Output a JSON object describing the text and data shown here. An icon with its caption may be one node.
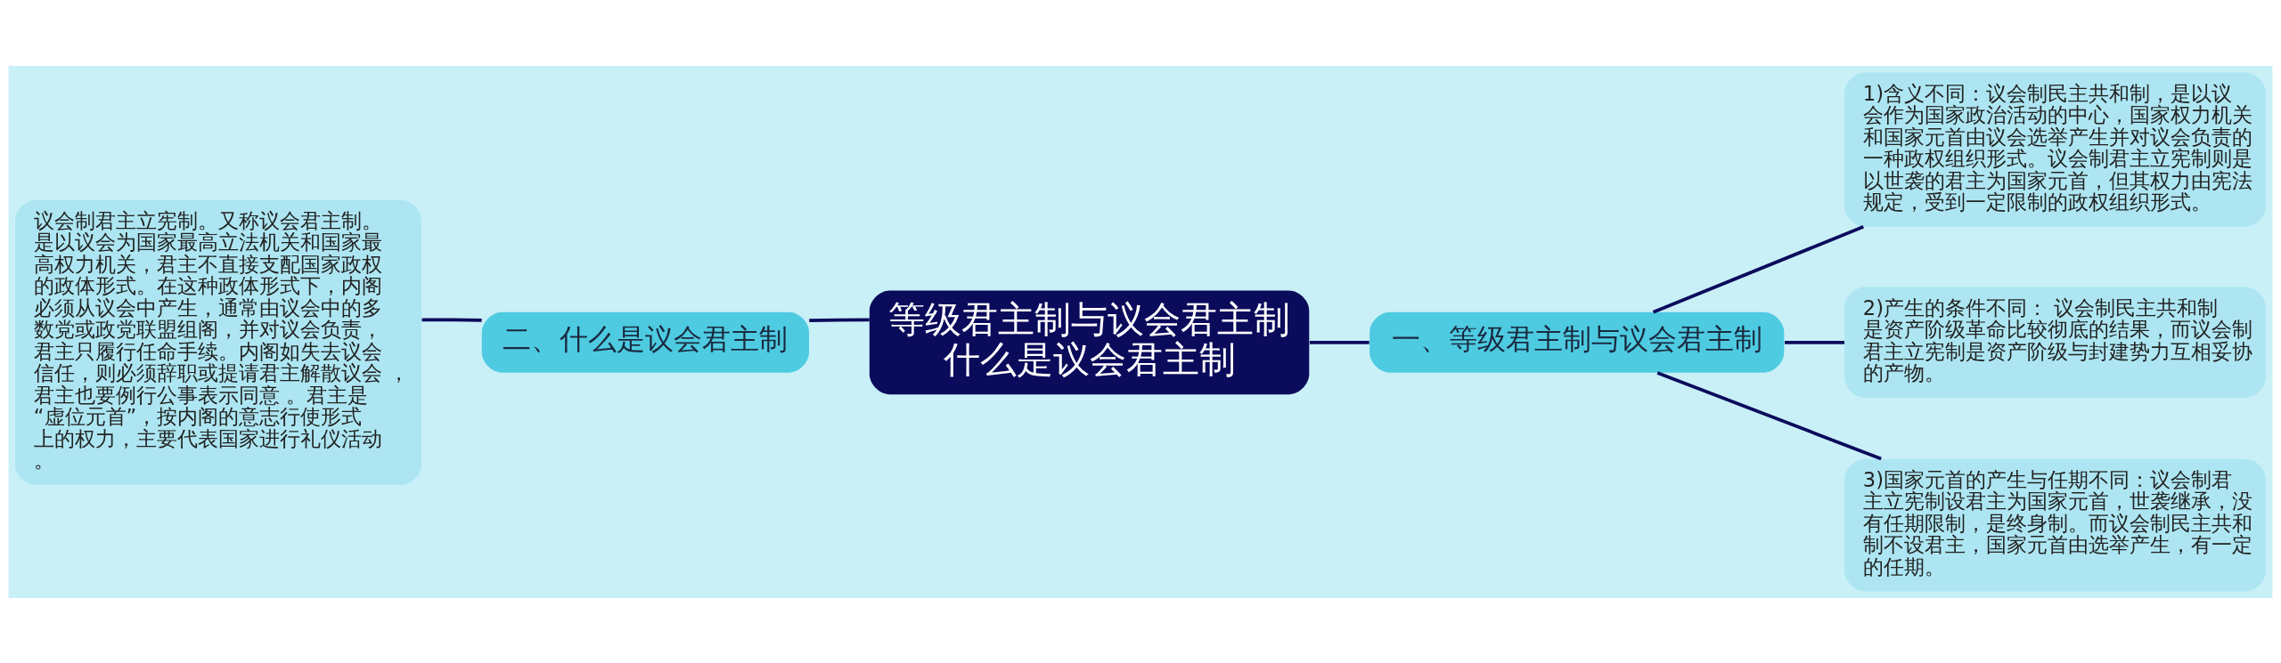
{
  "diagram": {
    "nodes": [
      {
        "text": [
          "等级君主制与议会君主制什么是议会君主制"
        ]
      },
      {
        "text": [
          "二、什么是议会君主制"
        ]
      },
      {
        "text": [
          "议会制君主立宪制。又称议会君主制。是以议会为国家最高立法机关和国家最高权力机关，君主不直接支配国家政权的政体形式。在这种政体形式下，内阁必须从议会中产生，通常由议会中的多数党或政党联盟组阁，并对议会负责，君主只履行任命手续。内阁如失去议会信任，则必须辞职或提请君主解散议会 ，君主也要例行公事表示同意 。君主是“虚位元首”，按内阁的意志行使形式上的权力，主要代表国家进行礼仪活动。"
        ]
      },
      {
        "text": [
          "一、等级君主制与议会君主制"
        ]
      },
      {
        "text": [
          "1)含义不同：议会制民主共和制，是以议会作为国家政治活动的中心，国家权力机关和国家元首由议会选举产生并对议会负责的一种政权组织形式。议会制君主立宪制则是以世袭的君主为国家元首，但其权力由宪法规定，受到一定限制的政权组织形式。"
        ]
      },
      {
        "text": [
          "2)产生的条件不同： 议会制民主共和制是资产阶级革命比较彻底的结果，而议会制君主立宪制是资产阶级与封建势力互相妥协的产物。"
        ]
      },
      {
        "text": [
          "3)国家元首的产生与任期不同：议会制君主立宪制设君主为国家元首，世袭继承，没有任期限制，是终身制。而议会制民主共和制不设君主，国家元首由选举产生，有一定的任期。"
        ]
      }
    ],
    "edges": [
      {
        "from": 0,
        "to": 1,
        "arrow": "none"
      },
      {
        "from": 1,
        "to": 2,
        "arrow": "none"
      },
      {
        "from": 0,
        "to": 3,
        "arrow": "none"
      },
      {
        "from": 3,
        "to": 4,
        "arrow": "none"
      },
      {
        "from": 3,
        "to": 5,
        "arrow": "none"
      },
      {
        "from": 3,
        "to": 6,
        "arrow": "none"
      }
    ]
  }
}
